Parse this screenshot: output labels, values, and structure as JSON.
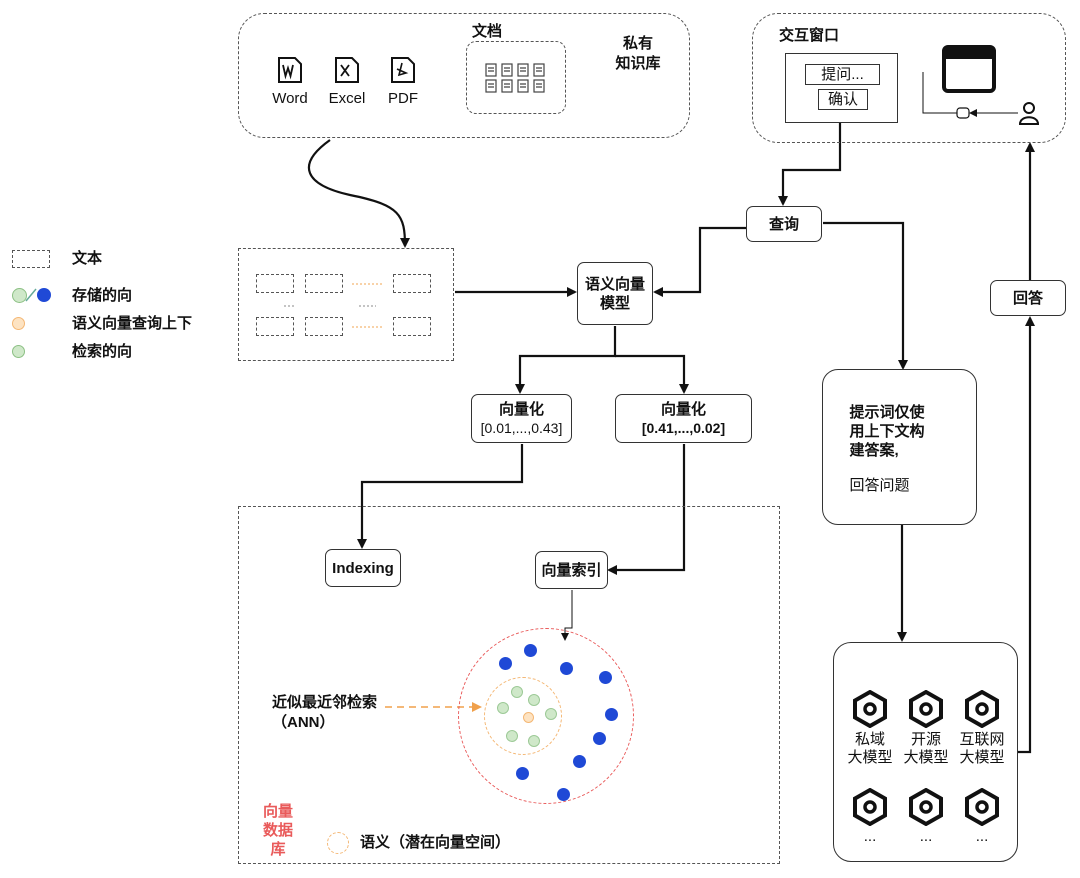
{
  "source": {
    "file_types": [
      {
        "label": "Word",
        "icon": "word-doc-icon"
      },
      {
        "label": "Excel",
        "icon": "excel-doc-icon"
      },
      {
        "label": "PDF",
        "icon": "pdf-doc-icon"
      }
    ],
    "docs_label": "文档",
    "kb_label": "私有\n知识库"
  },
  "legend": {
    "text_label": "文本",
    "stored_label": "存储的向",
    "query_label": "语义向量查询上下",
    "retrieved_label": "检索的向"
  },
  "interaction": {
    "title": "交互窗口",
    "question_label": "提问...",
    "confirm_label": "确认"
  },
  "flow": {
    "query_label": "查询",
    "semantic_model_label": "语义向量\n模型",
    "vec_left_title": "向量化",
    "vec_left_values": "[0.01,...,0.43]",
    "vec_right_title": "向量化",
    "vec_right_values": "[0.41,...,0.02]",
    "prompt_main": "提示词仅使\n用上下文构\n建答案,",
    "prompt_sub": "回答问题",
    "answer_label": "回答"
  },
  "vector_db": {
    "indexing_label": "Indexing",
    "vector_index_label": "向量索引",
    "ann_label": "近似最近邻检索\n（ANN）",
    "db_label": "向量\n数据\n库",
    "semantic_space_label": "语义（潜在向量空间）"
  },
  "models": {
    "items": [
      {
        "label": "私域\n大模型"
      },
      {
        "label": "开源\n大模型"
      },
      {
        "label": "互联网\n大模型"
      }
    ],
    "more_label": "..."
  },
  "colors": {
    "stored_blue": "#1f49d6",
    "retrieved_green": "#cfe8c9",
    "query_orange": "#f4b774",
    "db_label_red": "#e95a5a"
  }
}
